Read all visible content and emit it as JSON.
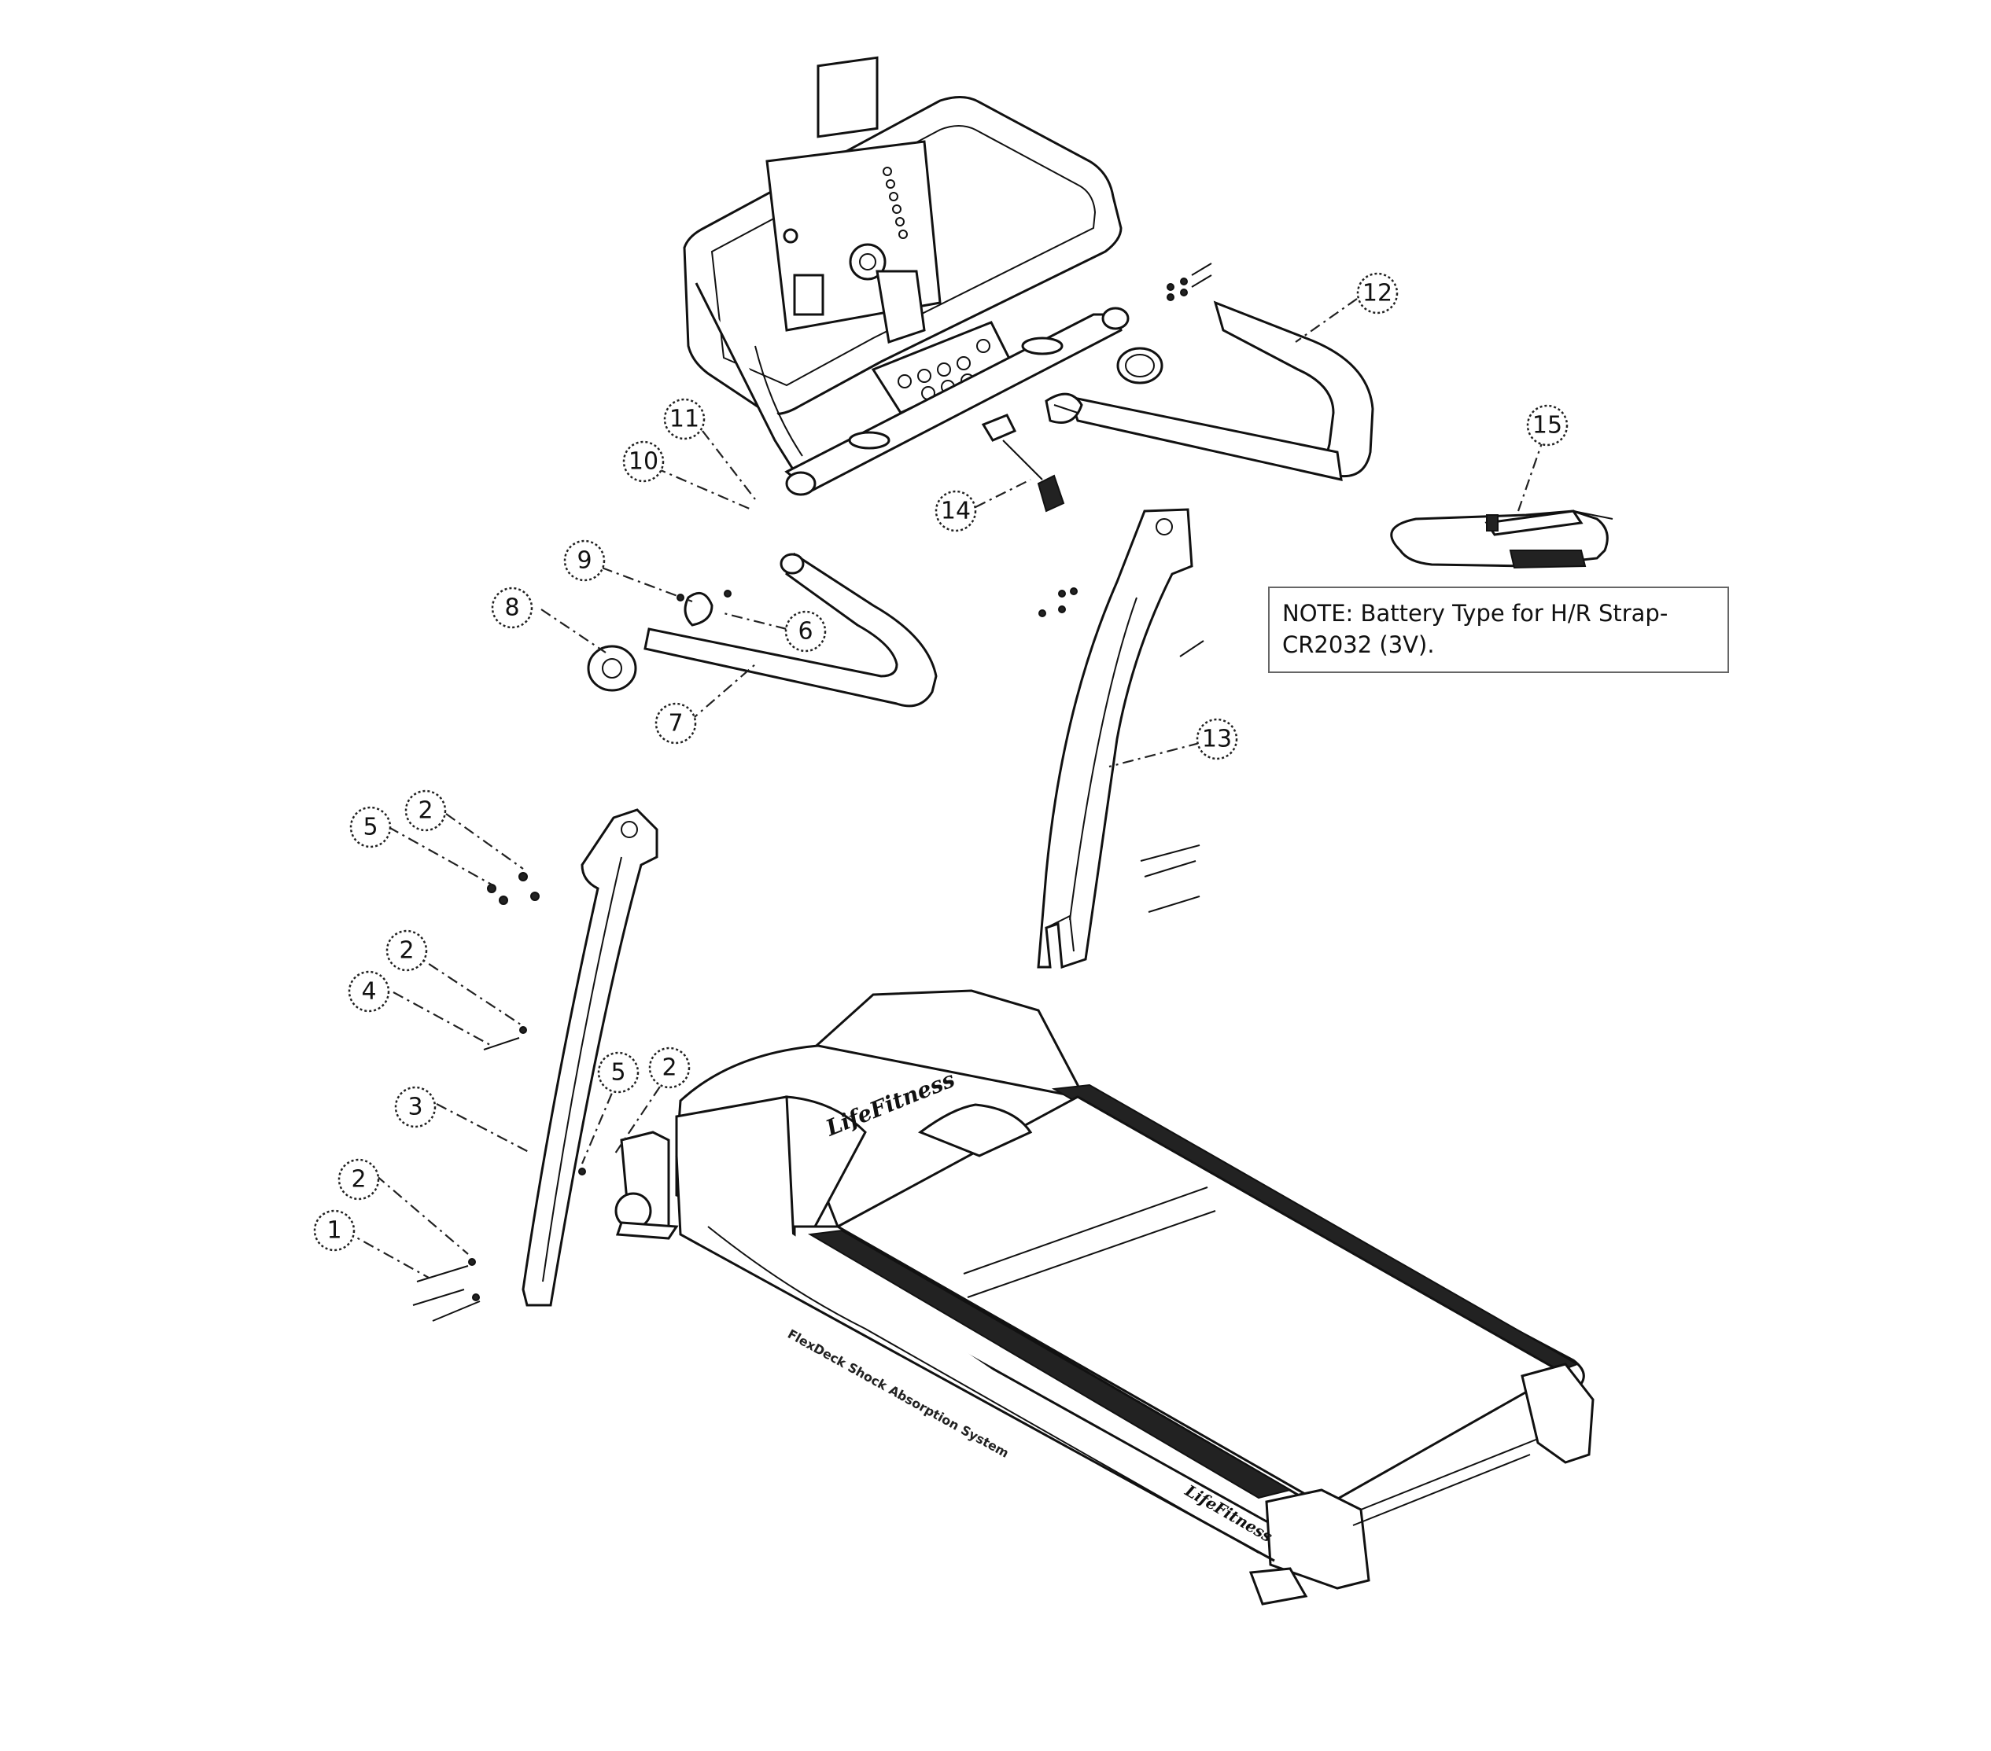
{
  "note": {
    "line1": "NOTE: Battery Type for H/R Strap-",
    "line2": "CR2032 (3V)."
  },
  "branding": {
    "hood_logo": "LifeFitness",
    "side_text": "FlexDeck Shock Absorption System",
    "end_logo": "LifeFitness"
  },
  "callouts": [
    {
      "number": "1"
    },
    {
      "number": "2"
    },
    {
      "number": "2"
    },
    {
      "number": "2"
    },
    {
      "number": "2"
    },
    {
      "number": "3"
    },
    {
      "number": "4"
    },
    {
      "number": "5"
    },
    {
      "number": "5"
    },
    {
      "number": "6"
    },
    {
      "number": "7"
    },
    {
      "number": "8"
    },
    {
      "number": "9"
    },
    {
      "number": "10"
    },
    {
      "number": "11"
    },
    {
      "number": "12"
    },
    {
      "number": "13"
    },
    {
      "number": "14"
    },
    {
      "number": "15"
    }
  ]
}
